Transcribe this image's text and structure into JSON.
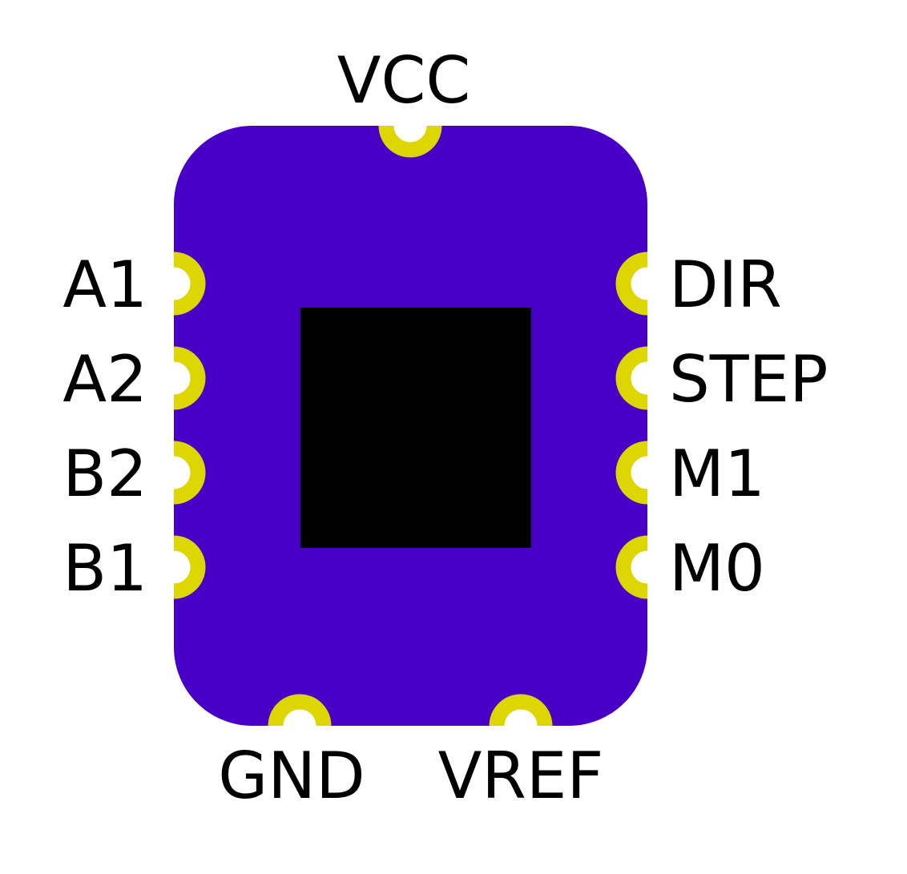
{
  "module": {
    "pins": {
      "top": [
        {
          "id": "vcc",
          "label": "VCC"
        }
      ],
      "left": [
        {
          "id": "a1",
          "label": "A1"
        },
        {
          "id": "a2",
          "label": "A2"
        },
        {
          "id": "b2",
          "label": "B2"
        },
        {
          "id": "b1",
          "label": "B1"
        }
      ],
      "right": [
        {
          "id": "dir",
          "label": "DIR"
        },
        {
          "id": "step",
          "label": "STEP"
        },
        {
          "id": "m1",
          "label": "M1"
        },
        {
          "id": "m0",
          "label": "M0"
        }
      ],
      "bottom": [
        {
          "id": "gnd",
          "label": "GND"
        },
        {
          "id": "vref",
          "label": "VREF"
        }
      ]
    }
  },
  "colors": {
    "board": "#4800c6",
    "chip": "#000000",
    "pad": "#ddd600",
    "pad_hole": "#ffffff",
    "label": "#000000",
    "background": "#ffffff"
  }
}
